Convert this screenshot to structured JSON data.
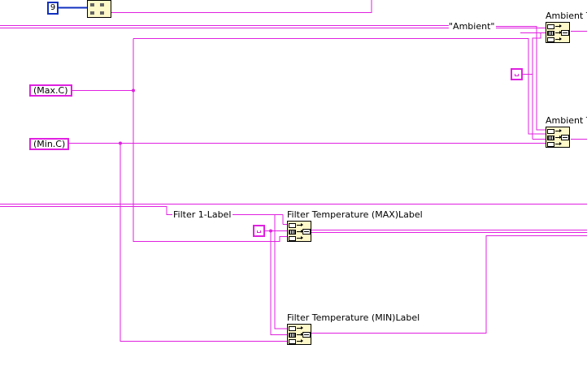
{
  "constants": {
    "number": "9",
    "ambient_string": "\"Ambient\"",
    "filter_label_string": "Filter 1-Label"
  },
  "controls": {
    "max_c": "(Max.C)",
    "min_c": "(Min.C)"
  },
  "property_nodes": {
    "ambient_top": "Ambient T",
    "ambient_bottom": "Ambient T",
    "filter_max": "Filter Temperature (MAX)Label",
    "filter_min": "Filter Temperature (MIN)Label"
  },
  "colors": {
    "string_wire": "#e020e0",
    "numeric_wire": "#1030c0",
    "node_fill": "#fff8c8"
  },
  "icons": {
    "property_node": "property-node-icon",
    "empty_string": "empty-string-constant-icon",
    "subvi": "subvi-icon"
  }
}
